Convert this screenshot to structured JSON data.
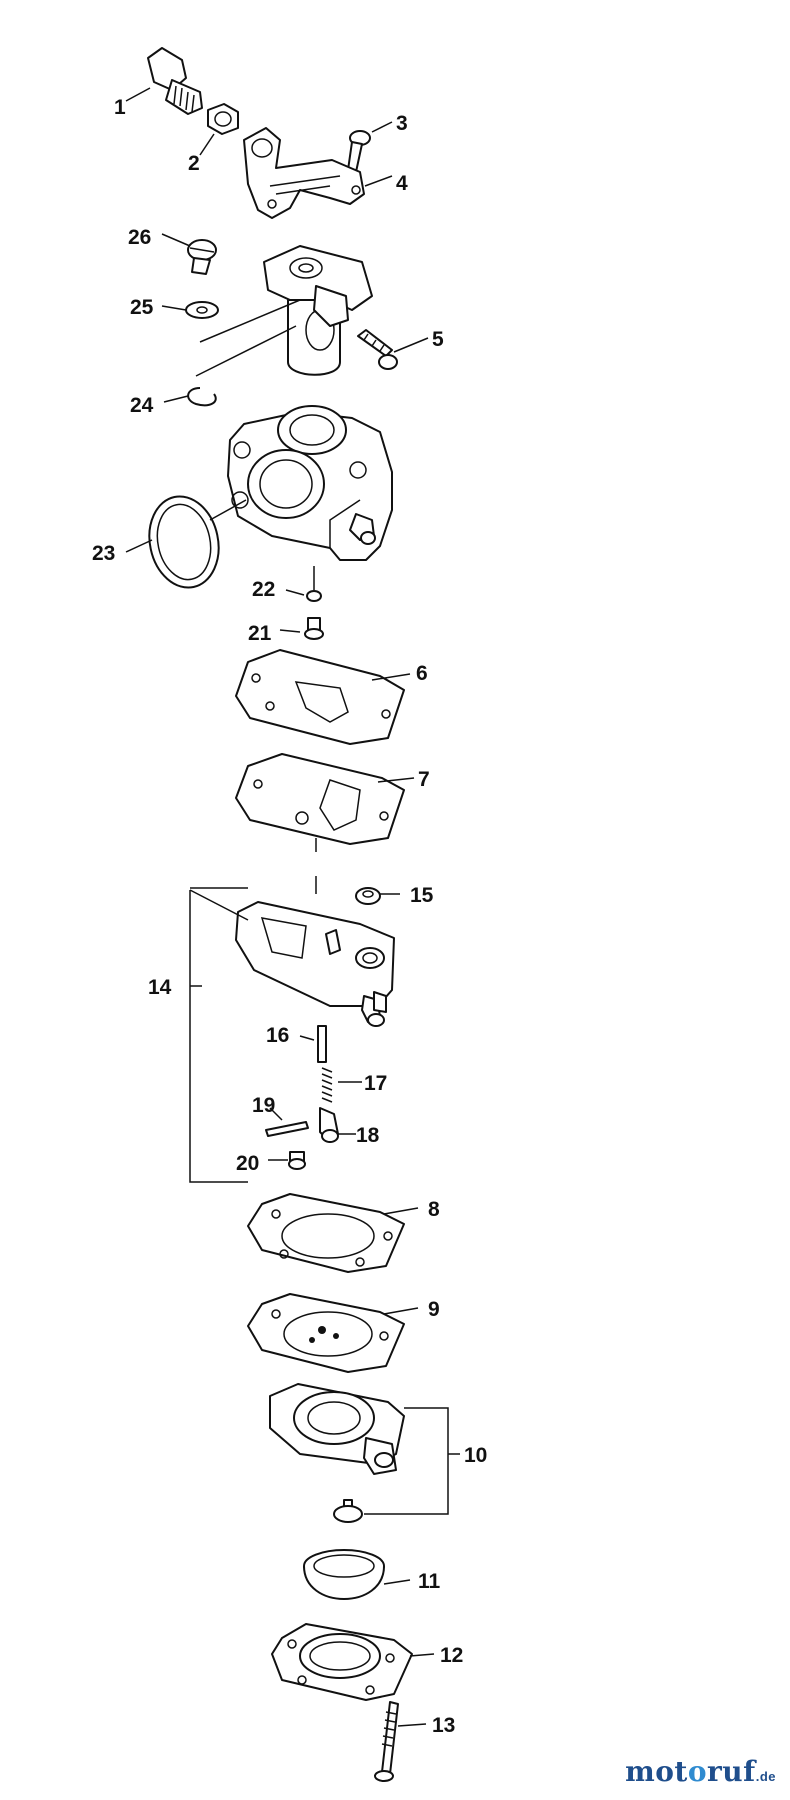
{
  "labels": {
    "p1": "1",
    "p2": "2",
    "p3": "3",
    "p4": "4",
    "p5": "5",
    "p6": "6",
    "p7": "7",
    "p8": "8",
    "p9": "9",
    "p10": "10",
    "p11": "11",
    "p12": "12",
    "p13": "13",
    "p14": "14",
    "p15": "15",
    "p16": "16",
    "p17": "17",
    "p18": "18",
    "p19": "19",
    "p20": "20",
    "p21": "21",
    "p22": "22",
    "p23": "23",
    "p24": "24",
    "p25": "25",
    "p26": "26"
  },
  "logo": {
    "text_before": "mot",
    "text_o": "o",
    "text_after": "ruf",
    "domain": ".de",
    "brand_color": "#1f4e8c",
    "accent_color": "#2f8bd0"
  }
}
